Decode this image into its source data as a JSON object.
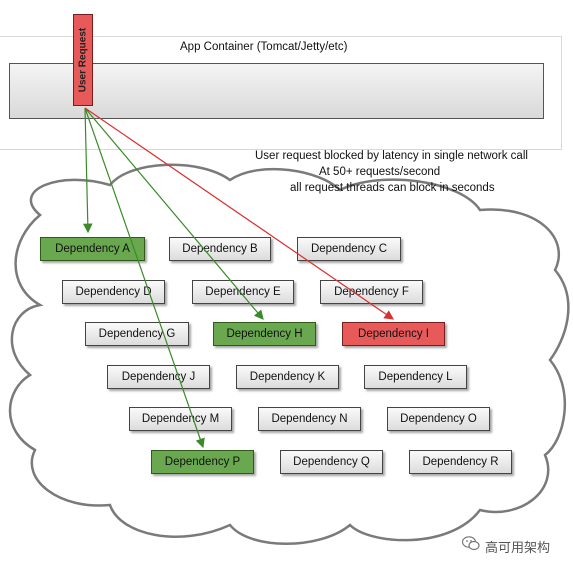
{
  "app_container": {
    "label": "App Container (Tomcat/Jetty/etc)"
  },
  "user_request": {
    "label": "User Request"
  },
  "notes": {
    "line1": "User request blocked by latency in single network call",
    "line2": "At 50+ requests/second",
    "line3": "all request threads can block in seconds"
  },
  "colors": {
    "healthy": "#6aa84f",
    "blocked": "#e85a5a",
    "idle": "#e6e6e6"
  },
  "dependencies": [
    {
      "label": "Dependency A",
      "state": "called"
    },
    {
      "label": "Dependency B",
      "state": "idle"
    },
    {
      "label": "Dependency C",
      "state": "idle"
    },
    {
      "label": "Dependency D",
      "state": "idle"
    },
    {
      "label": "Dependency E",
      "state": "idle"
    },
    {
      "label": "Dependency F",
      "state": "idle"
    },
    {
      "label": "Dependency G",
      "state": "idle"
    },
    {
      "label": "Dependency H",
      "state": "called"
    },
    {
      "label": "Dependency I",
      "state": "blocked"
    },
    {
      "label": "Dependency J",
      "state": "idle"
    },
    {
      "label": "Dependency K",
      "state": "idle"
    },
    {
      "label": "Dependency L",
      "state": "idle"
    },
    {
      "label": "Dependency M",
      "state": "idle"
    },
    {
      "label": "Dependency N",
      "state": "idle"
    },
    {
      "label": "Dependency O",
      "state": "idle"
    },
    {
      "label": "Dependency P",
      "state": "called"
    },
    {
      "label": "Dependency Q",
      "state": "idle"
    },
    {
      "label": "Dependency R",
      "state": "idle"
    }
  ],
  "footer": {
    "label": "高可用架构",
    "icon": "wechat-icon"
  }
}
